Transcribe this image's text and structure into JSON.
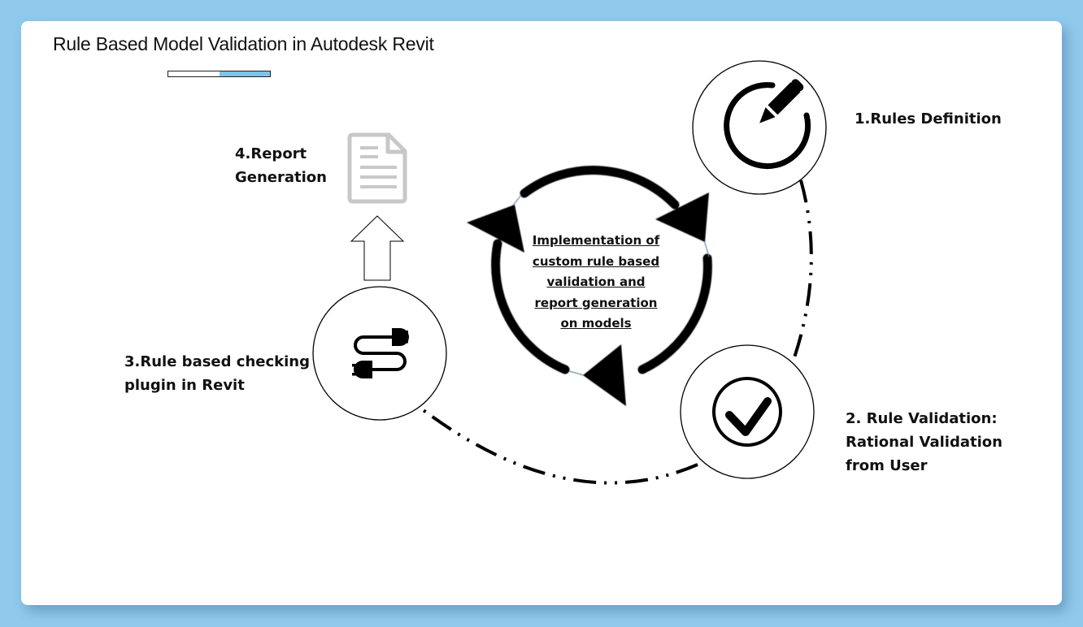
{
  "title": "Rule Based Model Validation in Autodesk Revit",
  "progress": {
    "fraction": 0.5,
    "fill_color": "#7FC3E8"
  },
  "colors": {
    "background": "#8FC9EC",
    "card": "#FFFFFF",
    "ink": "#000000",
    "report_icon": "#C8C8C8"
  },
  "center": {
    "icon": "cycle-arrows-icon",
    "lines": [
      "Implementation of",
      "custom rule based",
      "validation and",
      "report generation",
      "on models"
    ]
  },
  "steps": [
    {
      "label_lines": [
        "1.Rules Definition"
      ],
      "icon": "pencil-edit-icon"
    },
    {
      "label_lines": [
        "2. Rule Validation:",
        "Rational Validation",
        "from User"
      ],
      "icon": "checkmark-circle-icon"
    },
    {
      "label_lines": [
        "3.Rule based checking",
        "plugin in Revit"
      ],
      "icon": "plug-cable-icon"
    },
    {
      "label_lines": [
        "4.Report",
        "Generation"
      ],
      "icon": "document-report-icon"
    }
  ],
  "connectors": {
    "dash_dot_path": "step1-to-step2-to-step3",
    "arrow_up": "step3-to-step4"
  }
}
